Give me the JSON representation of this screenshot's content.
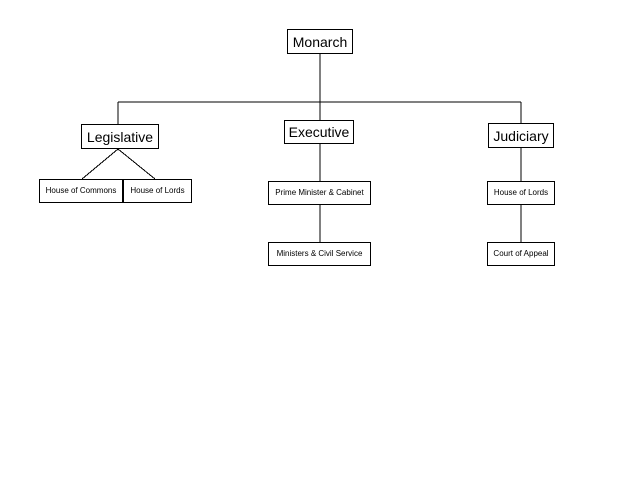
{
  "org_chart": {
    "root": {
      "label": "Monarch"
    },
    "branches": {
      "legislative": {
        "label": "Legislative",
        "children": [
          "House of Commons",
          "House of Lords"
        ]
      },
      "executive": {
        "label": "Executive",
        "children": [
          "Prime Minister & Cabinet",
          "Ministers & Civil Service"
        ]
      },
      "judiciary": {
        "label": "Judiciary",
        "children": [
          "House of Lords",
          "Court of Appeal"
        ]
      }
    }
  },
  "colors": {
    "line": "#000000",
    "box_border": "#000000",
    "background": "#ffffff"
  }
}
